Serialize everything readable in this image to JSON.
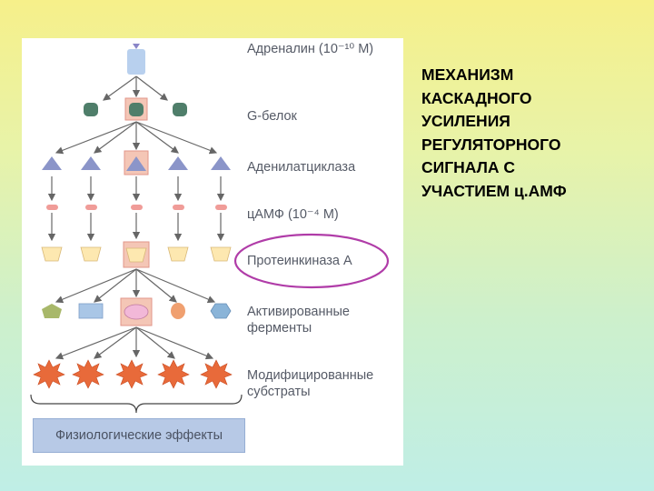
{
  "slide": {
    "title_lines": [
      "МЕХАНИЗМ",
      "КАСКАДНОГО",
      "УСИЛЕНИЯ",
      "РЕГУЛЯТОРНОГО",
      "СИГНАЛА С",
      "УЧАСТИЕМ ц.АМФ"
    ]
  },
  "diagram": {
    "labels": {
      "adrenaline": "Адреналин (10⁻¹⁰ М)",
      "g_protein": "G-белок",
      "adenylate_cyclase": "Аденилатциклаза",
      "camp": "цАМФ (10⁻⁴ М)",
      "protein_kinase": "Протеинкиназа А",
      "enzymes": "Активированные ферменты",
      "substrates": "Модифицированные субстраты",
      "effects": "Физиологические эффекты"
    },
    "colors": {
      "highlight_ellipse": "#b03ca8",
      "hormone": "#b8d0ee",
      "g_protein": "#4f7e6a",
      "cyclase": "#8b95c9",
      "camp": "#f09c98",
      "kinase": "#fde8b0",
      "substrate": "#e86a3a",
      "center_box": "#f4c6b6",
      "arrow": "#666666"
    }
  }
}
